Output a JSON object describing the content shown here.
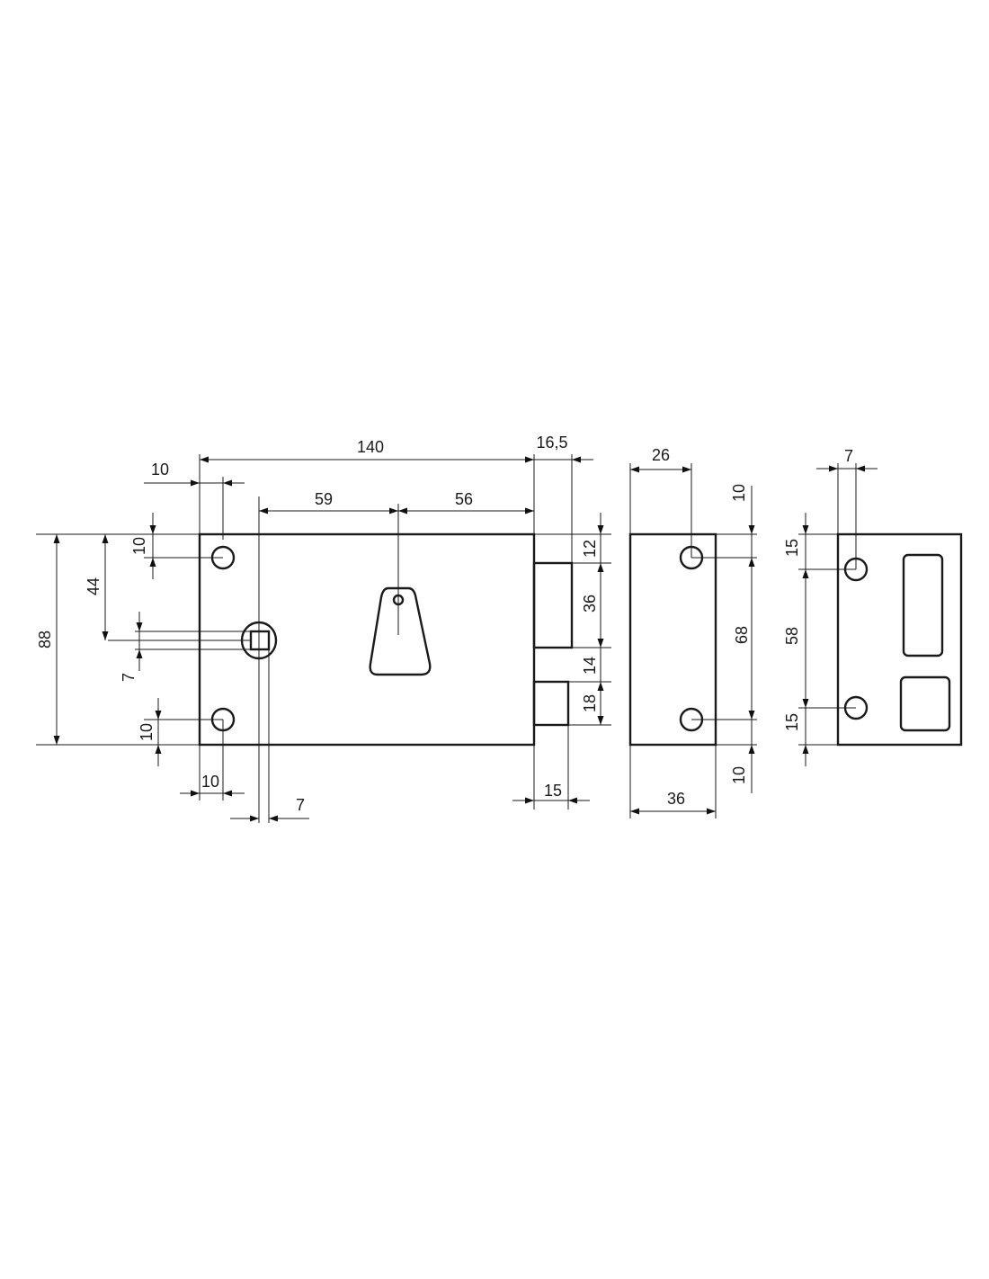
{
  "drawing": {
    "front_view": {
      "overall_width": "140",
      "bolt_projection": "16,5",
      "hole_offset_x_top": "10",
      "spindle_to_keyhole": "59",
      "keyhole_to_edge": "56",
      "overall_height": "88",
      "spindle_height": "44",
      "hole_offset_y_top": "10",
      "spindle_square": "7",
      "hole_offset_y_bottom": "10",
      "hole_offset_x_bottom": "10",
      "spindle_width": "7",
      "bolt_top_offset": "12",
      "deadbolt_height": "36",
      "bolt_gap": "14",
      "latch_height": "18",
      "latch_projection": "15"
    },
    "side_view": {
      "hole_offset": "26",
      "width": "36",
      "top_offset": "10",
      "hole_spacing": "68",
      "bottom_offset": "10"
    },
    "strike_view": {
      "hole_offset": "7",
      "top_offset": "15",
      "hole_spacing": "58",
      "bottom_offset": "15"
    }
  }
}
